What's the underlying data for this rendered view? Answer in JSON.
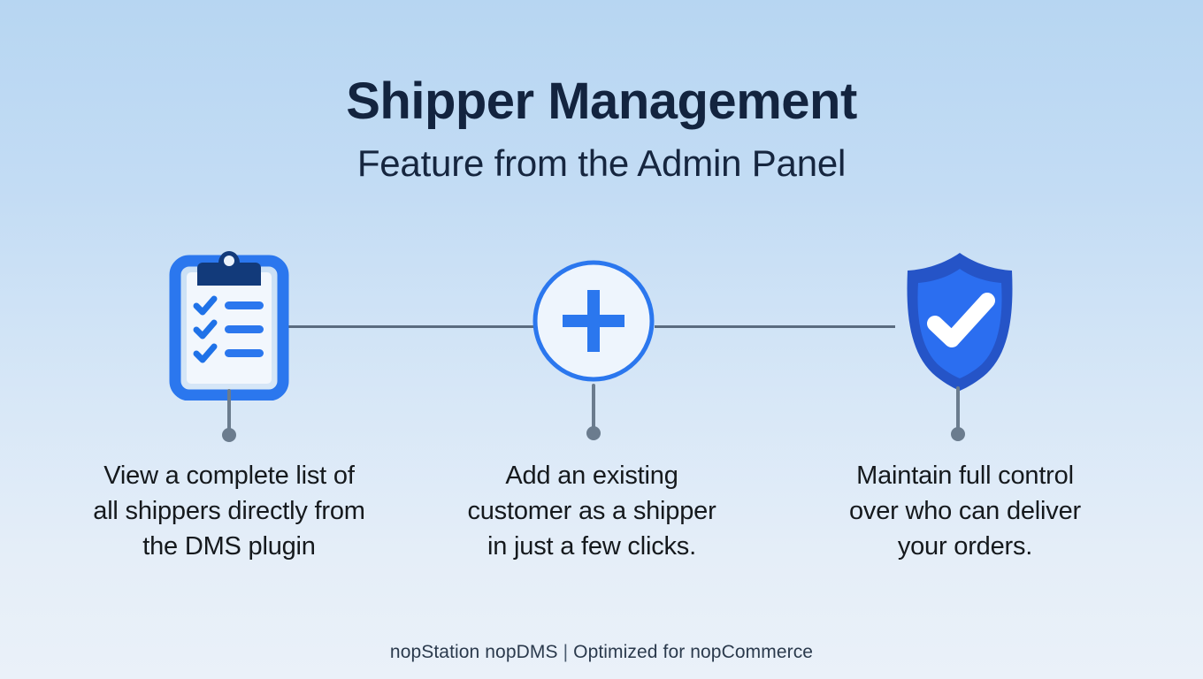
{
  "header": {
    "title": "Shipper Management",
    "subtitle": "Feature from the Admin Panel"
  },
  "features": [
    {
      "icon": "clipboard-checklist-icon",
      "caption_lines": [
        "View a complete list of",
        "all shippers directly from",
        "the DMS plugin"
      ]
    },
    {
      "icon": "plus-circle-icon",
      "caption_lines": [
        "Add an existing",
        "customer as a shipper",
        "in just a few clicks."
      ]
    },
    {
      "icon": "shield-check-icon",
      "caption_lines": [
        "Maintain full control",
        "over who can deliver",
        "your orders."
      ]
    }
  ],
  "footer": {
    "left_text": "nopStation nopDMS",
    "separator": "|",
    "right_text": "Optimized for nopCommerce"
  },
  "colors": {
    "background_top": "#b7d6f2",
    "background_bottom": "#eaf1f9",
    "title_navy": "#13243f",
    "accent_blue": "#2b6ef0",
    "deep_blue": "#123a7a",
    "shield_outer": "#2554c7",
    "connector_gray": "#5a6b7f"
  }
}
